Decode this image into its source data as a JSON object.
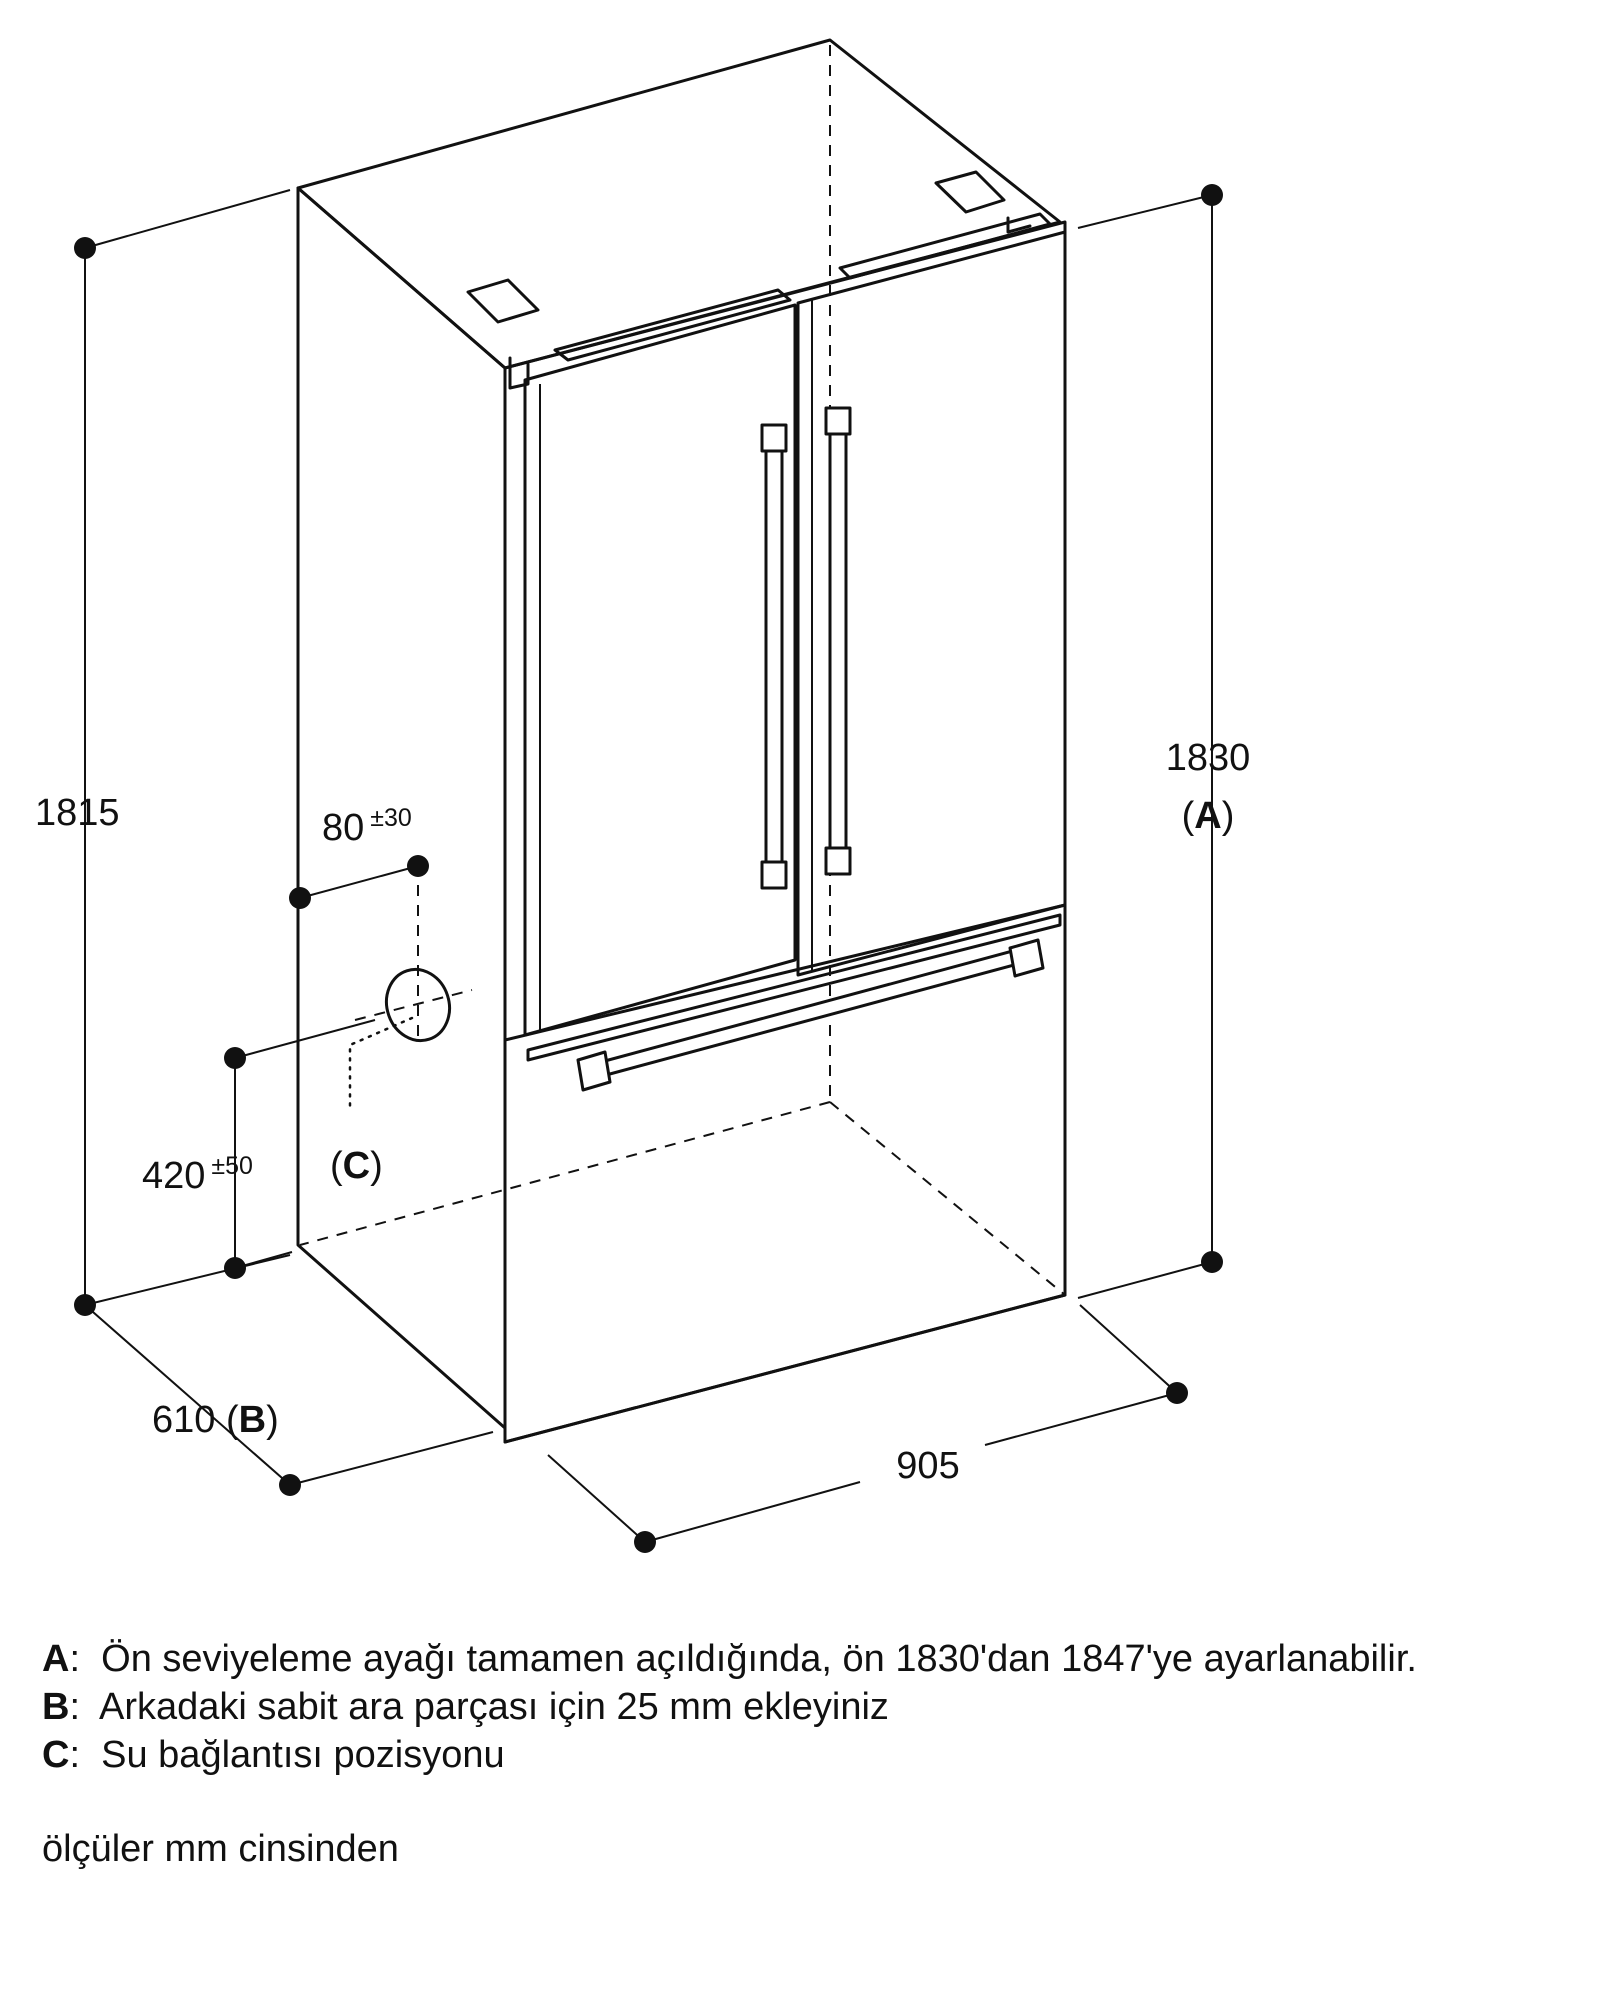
{
  "dimensions": {
    "height_side": "1815",
    "height_front": "1830",
    "height_front_ref": "A",
    "depth": "610",
    "depth_ref": "B",
    "width": "905",
    "water_offset": "80",
    "water_offset_tol": "±30",
    "water_height": "420",
    "water_height_tol": "±50",
    "water_ref": "C"
  },
  "legend": [
    {
      "key": "A",
      "text": "Ön seviyeleme ayağı tamamen açıldığında, ön 1830'dan 1847'ye ayarlanabilir."
    },
    {
      "key": "B",
      "text": "Arkadaki sabit ara parçası için 25 mm ekleyiniz"
    },
    {
      "key": "C",
      "text": "Su bağlantısı pozisyonu"
    }
  ],
  "units_note": "ölçüler mm cinsinden"
}
